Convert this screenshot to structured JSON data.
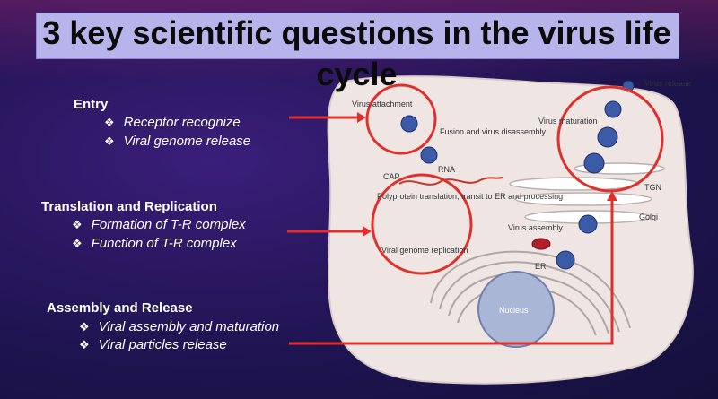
{
  "title": "3 key scientific questions in the virus life cycle",
  "sections": [
    {
      "heading": "Entry",
      "bullets": [
        "Receptor recognize",
        "Viral genome release"
      ]
    },
    {
      "heading": "Translation and Replication",
      "bullets": [
        "Formation of T-R complex",
        "Function of T-R complex"
      ]
    },
    {
      "heading": "Assembly and Release",
      "bullets": [
        "Viral assembly and maturation",
        "Viral particles release"
      ]
    }
  ],
  "diagram": {
    "labels": {
      "virus_attachment": "Virus attachment",
      "fusion": "Fusion and virus disassembly",
      "virus_maturation": "Virus maturation",
      "virus_release": "Virus release",
      "cap": "CAP",
      "rna": "RNA",
      "polyprotein": "Polyprotein translation, transit to ER and processing",
      "tgn": "TGN",
      "golgi": "Golgi",
      "virus_assembly": "Virus assembly",
      "viral_genome_replication": "Viral genome replication",
      "er": "ER",
      "nucleus": "Nucleus"
    }
  },
  "colors": {
    "accent_red": "#e0302c",
    "title_bar": "#b7b4ec",
    "background": "#2a1760"
  }
}
